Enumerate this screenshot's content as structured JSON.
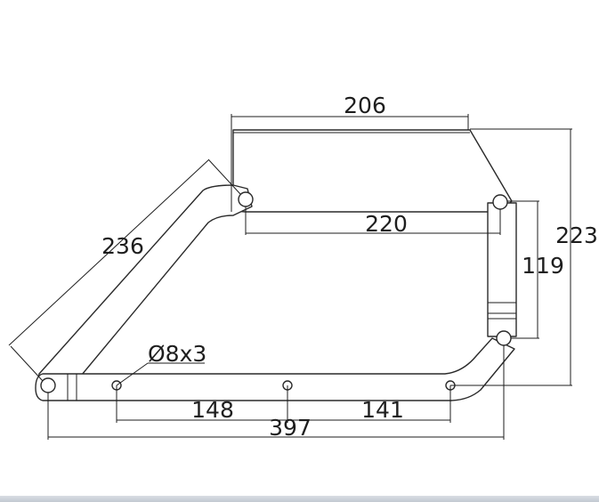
{
  "dimensions": {
    "top_width": "206",
    "diagonal_arm": "236",
    "inner_width": "220",
    "total_height": "223",
    "link_height": "119",
    "hole_spec": "Ø8x3",
    "hole_spacing_left": "148",
    "hole_spacing_right": "141",
    "total_length": "397"
  }
}
